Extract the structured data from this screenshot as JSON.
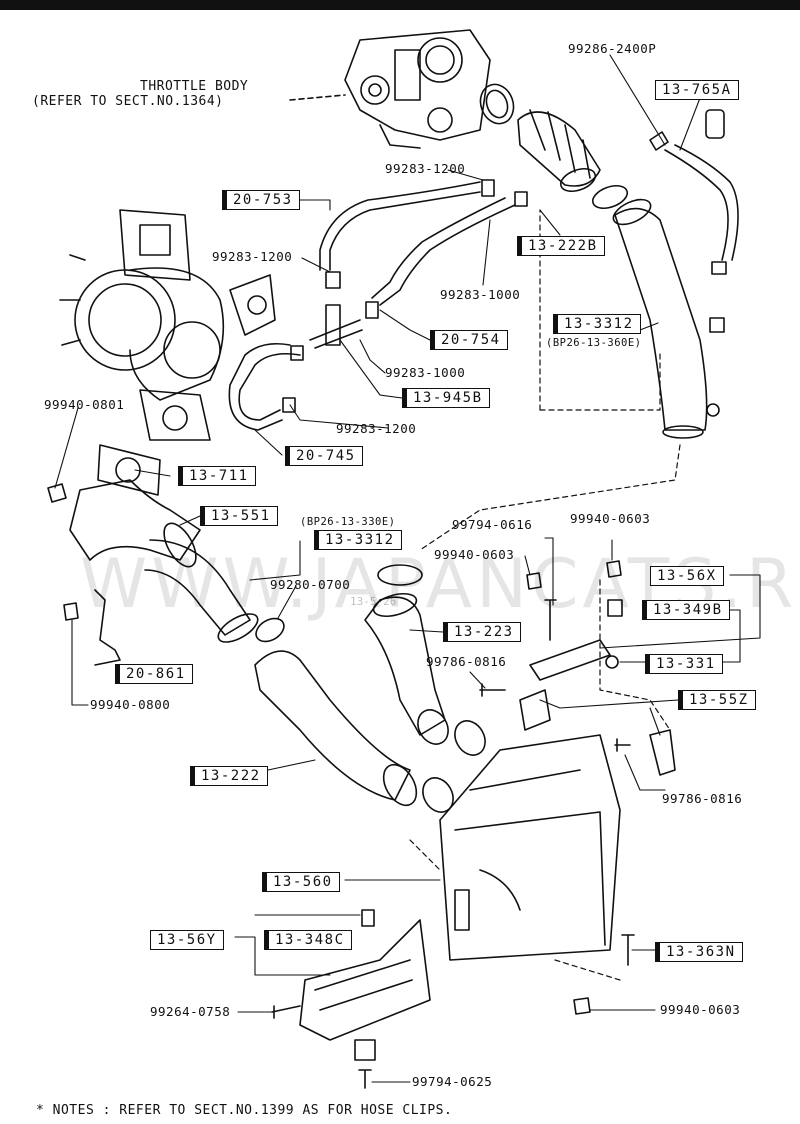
{
  "header": {
    "throttle_body_line1": "THROTTLE BODY",
    "throttle_body_line2": "(REFER TO SECT.NO.1364)"
  },
  "callouts": {
    "p99286_2400P": "99286-2400P",
    "p13_765A": "13-765A",
    "p99283_1200_a": "99283-1200",
    "p20_753": "20-753",
    "p13_222B": "13-222B",
    "p99283_1200_b": "99283-1200",
    "p99283_1000_a": "99283-1000",
    "p13_3312_a": "13-3312",
    "p13_3312_a_note": "(BP26-13-360E)",
    "p20_754": "20-754",
    "p99283_1000_b": "99283-1000",
    "p13_945B": "13-945B",
    "p99940_0801": "99940-0801",
    "p99283_1200_c": "99283-1200",
    "p20_745": "20-745",
    "p13_711": "13-711",
    "p13_551": "13-551",
    "p13_3312_b_note": "(BP26-13-330E)",
    "p13_3312_b": "13-3312",
    "p99794_0616": "99794-0616",
    "p99940_0603_a": "99940-0603",
    "p99940_0603_b": "99940-0603",
    "p13_56X": "13-56X",
    "p99280_0700": "99280-0700",
    "p13_349B": "13-349B",
    "p13_223": "13-223",
    "p13_331": "13-331",
    "p20_861": "20-861",
    "p99786_0816_a": "99786-0816",
    "p13_55Z": "13-55Z",
    "p99940_0800": "99940-0800",
    "p13_222": "13-222",
    "p99786_0816_b": "99786-0816",
    "p13_560": "13-560",
    "p13_56Y": "13-56Y",
    "p13_348C": "13-348C",
    "p13_363N": "13-363N",
    "p99264_0758": "99264-0758",
    "p99940_0603_c": "99940-0603",
    "p99794_0625": "99794-0625"
  },
  "watermark": {
    "main": "WWW.JAPANCATS.RU",
    "small": "13-5-26"
  },
  "notes": "* NOTES : REFER TO SECT.NO.1399 AS FOR HOSE CLIPS."
}
